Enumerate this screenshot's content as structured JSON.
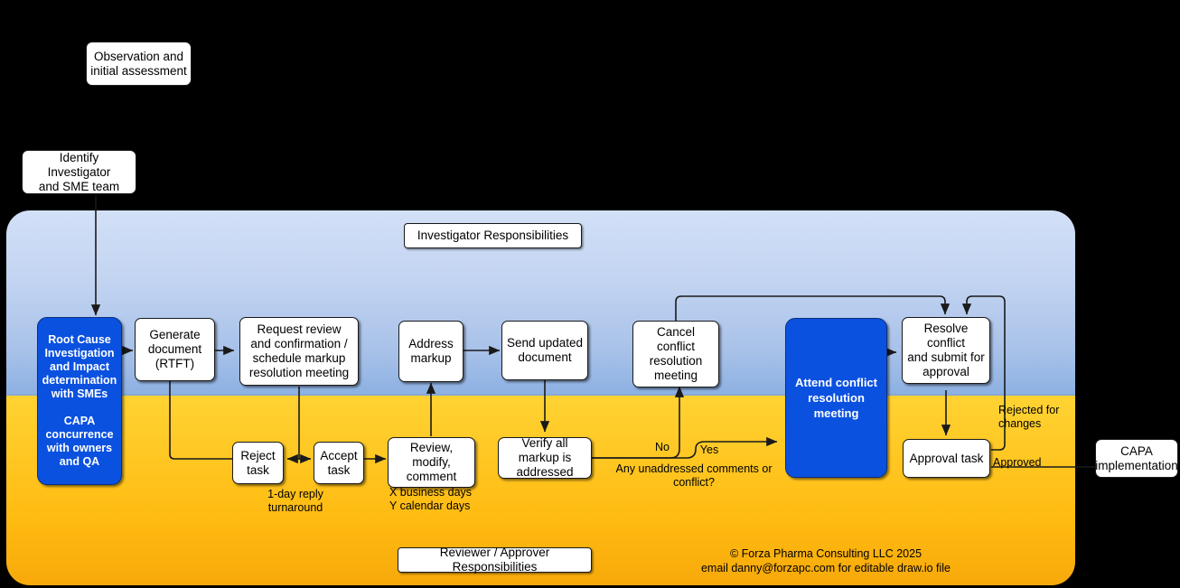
{
  "diagram": {
    "title": "CAPA Investigation and Approval Workflow",
    "background_color": "#000000",
    "lanes": [
      {
        "id": "investigator",
        "label": "Investigator Responsibilities",
        "accent_top": "#d2e0f7",
        "accent_bottom": "#8cb0e2"
      },
      {
        "id": "reviewer",
        "label": "Reviewer / Approver Responsibilities",
        "accent_top": "#ffd333",
        "accent_bottom": "#f7a90a"
      }
    ]
  },
  "nodes": {
    "observation": "Observation and\ninitial assessment",
    "identify_team": "Identify Investigator\nand SME team",
    "root_cause": "Root Cause\nInvestigation\nand Impact\ndetermination\nwith SMEs\n\nCAPA\nconcurrence\nwith owners\nand QA",
    "generate_document": "Generate\ndocument\n(RTFT)",
    "request_review": "Request review\nand confirmation /\nschedule markup\nresolution meeting",
    "address_markup": "Address\nmarkup",
    "send_updated": "Send updated\ndocument",
    "cancel_meeting": "Cancel conflict\nresolution\nmeeting",
    "attend_meeting": "Attend conflict\nresolution meeting",
    "resolve_conflict": "Resolve conflict\nand submit for\napproval",
    "reject_task": "Reject\ntask",
    "accept_task": "Accept\ntask",
    "review_modify": "Review, modify,\ncomment",
    "verify_markup": "Verify all markup is\naddressed",
    "approval_task": "Approval task",
    "capa_implementation": "CAPA\nimplementation"
  },
  "edge_labels": {
    "no": "No",
    "yes": "Yes",
    "decision_question": "Any unaddressed comments or conflict?",
    "rejected_for_changes": "Rejected for\nchanges",
    "approved": "Approved"
  },
  "notes": {
    "reply_turnaround": "1-day reply\nturnaround",
    "review_duration": "X business days\nY calendar days"
  },
  "footer": {
    "copyright": "© Forza Pharma Consulting LLC 2025",
    "contact": "email danny@forzapc.com for editable draw.io file"
  }
}
